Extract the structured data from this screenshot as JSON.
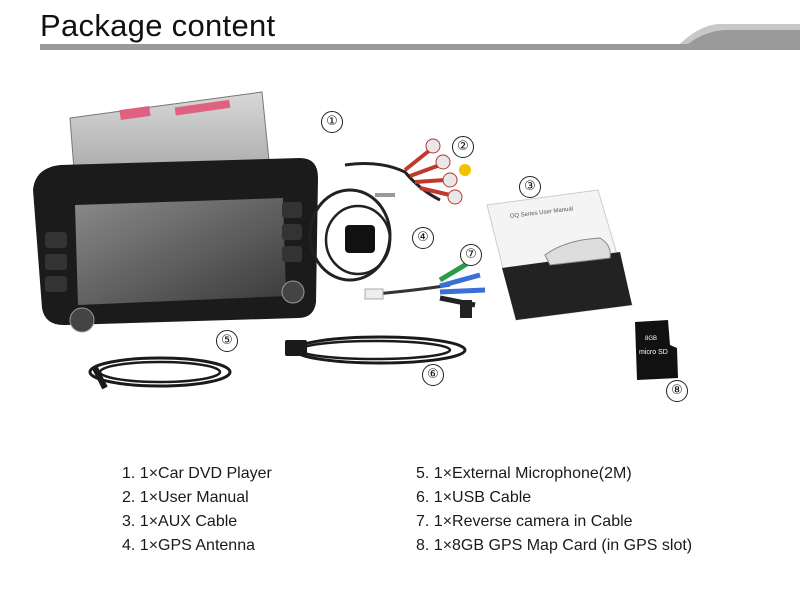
{
  "header": {
    "title": "Package content"
  },
  "items_left": [
    "1. 1×Car DVD Player",
    "2. 1×User Manual",
    "3. 1×AUX Cable",
    "4. 1×GPS Antenna"
  ],
  "items_right": [
    "5. 1×External Microphone(2M)",
    "6. 1×USB Cable",
    "7. 1×Reverse camera in Cable",
    "8. 1×8GB GPS Map Card (in GPS slot)"
  ],
  "callouts": [
    "①",
    "②",
    "③",
    "④",
    "⑤",
    "⑥",
    "⑦",
    "⑧"
  ],
  "manual_cover_text": "OQ Series User Manual",
  "sd_card": {
    "capacity": "8GB",
    "brand": "micro SD"
  },
  "colors": {
    "title_bar": "#9a9a9a",
    "accent_dark": "#1a1a1a"
  }
}
